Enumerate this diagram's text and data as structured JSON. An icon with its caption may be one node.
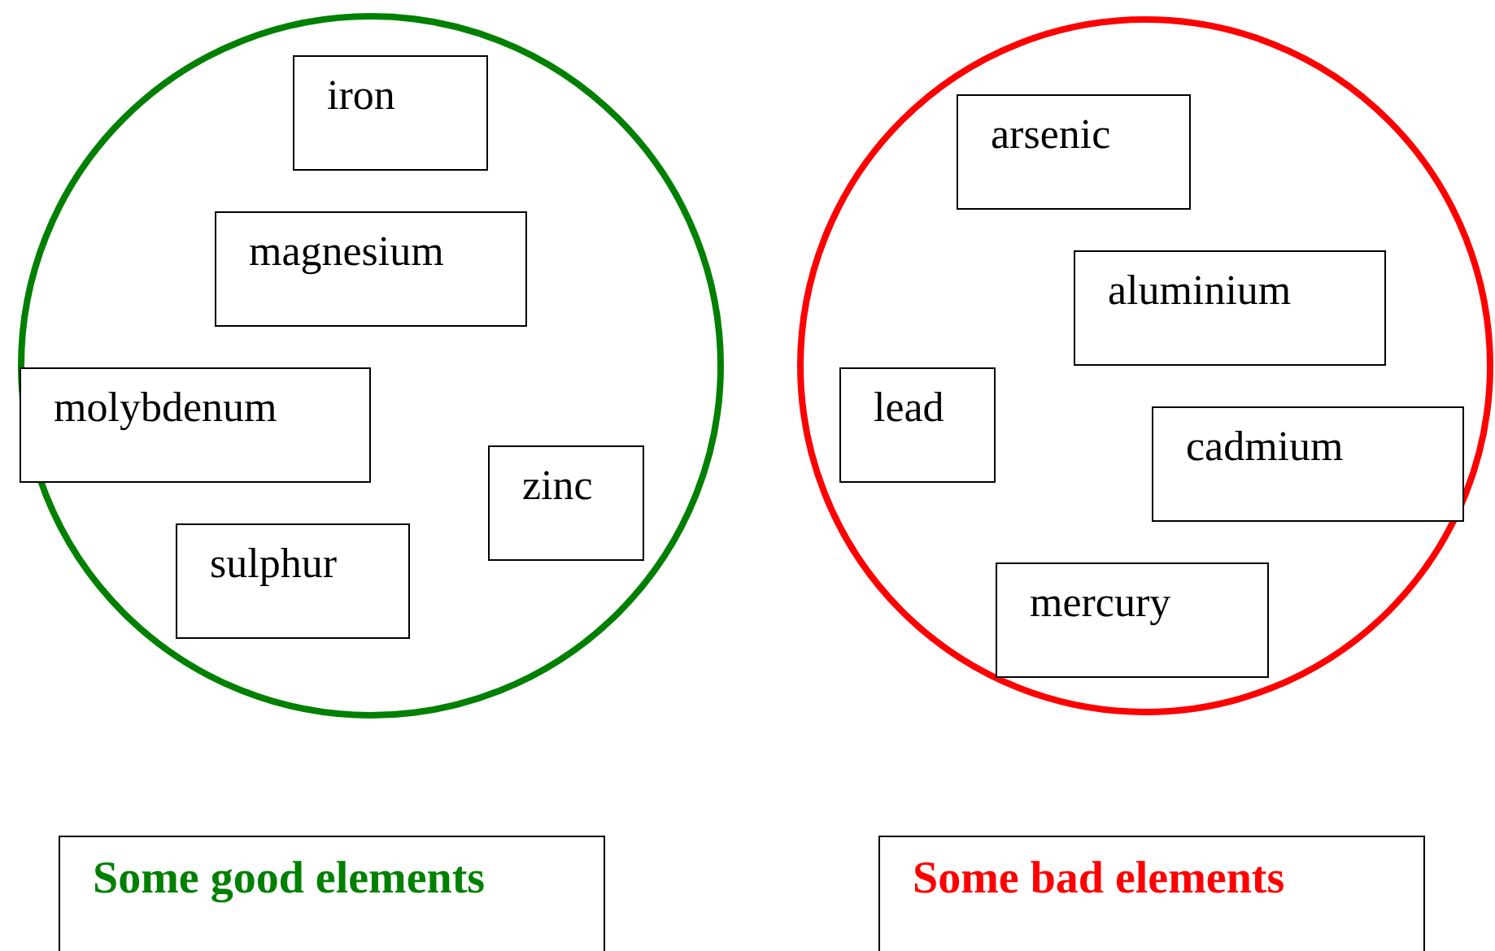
{
  "diagram": {
    "nodes": [
      {
        "text": [],
        "shape": "circle"
      },
      {
        "text": [
          "iron"
        ],
        "in": 0
      },
      {
        "text": [
          "magnesium"
        ],
        "in": 0
      },
      {
        "text": [
          "molybdenum"
        ],
        "in": 0
      },
      {
        "text": [
          "zinc"
        ],
        "in": 0
      },
      {
        "text": [
          "sulphur"
        ],
        "in": 0
      },
      {
        "text": [],
        "shape": "circle"
      },
      {
        "text": [
          "arsenic"
        ],
        "in": 6
      },
      {
        "text": [
          "aluminium"
        ],
        "in": 6
      },
      {
        "text": [
          "lead"
        ],
        "in": 6
      },
      {
        "text": [
          "cadmium"
        ],
        "in": 6
      },
      {
        "text": [
          "mercury"
        ],
        "in": 6
      },
      {
        "text": [
          "Some good elements"
        ]
      },
      {
        "text": [
          "Some bad elements"
        ]
      }
    ]
  }
}
